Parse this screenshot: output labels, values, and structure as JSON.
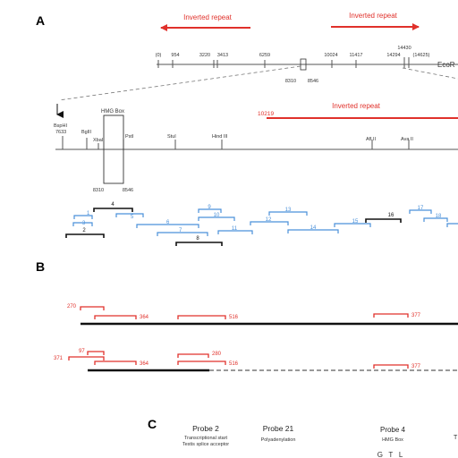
{
  "panel_a": {
    "label": "A",
    "repeat_left": "Inverted repeat",
    "repeat_right": "Inverted repeat",
    "repeat_zoom": "Inverted repeat",
    "repeat_zoom_start": "10219",
    "map_suffix": "EcoR",
    "map_ticks": [
      "(0)",
      "954",
      "3220",
      "3413",
      "6259",
      "10024",
      "11417",
      "14294",
      "(14625)"
    ],
    "map_tick_top": "14430",
    "box_start": "8310",
    "box_end": "8546",
    "zoom_sites": [
      "BspHI",
      "7633",
      "BglII",
      "XbaI",
      "PstI",
      "StuI",
      "Hind III",
      "Afl II",
      "Ava II"
    ],
    "hmg_box": "HMG Box",
    "hmg_start": "8310",
    "hmg_end": "8546",
    "probes_black": [
      "4",
      "2",
      "8",
      "16"
    ],
    "probes_blue": [
      "1",
      "3",
      "5",
      "6",
      "7",
      "9",
      "10",
      "11",
      "12",
      "13",
      "14",
      "15",
      "17",
      "18"
    ]
  },
  "panel_b": {
    "label": "B",
    "row1_labels": [
      "270",
      "364",
      "516",
      "377"
    ],
    "row2_labels": [
      "97",
      "371",
      "364",
      "280",
      "516",
      "377"
    ]
  },
  "panel_c": {
    "label": "C",
    "probe2_title": "Probe 2",
    "probe2_sub1": "Transcriptional start",
    "probe2_sub2": "Testis splice acceptor",
    "probe21_title": "Probe 21",
    "probe21_sub": "Polyadenylation",
    "probe4_title": "Probe 4",
    "probe4_sub": "HMG Box",
    "probe4_letters": "G   T   L",
    "extra_t": "T"
  },
  "colors": {
    "red": "#e0312b",
    "blue": "#4a90d9",
    "black": "#111111",
    "gray": "#555555"
  }
}
